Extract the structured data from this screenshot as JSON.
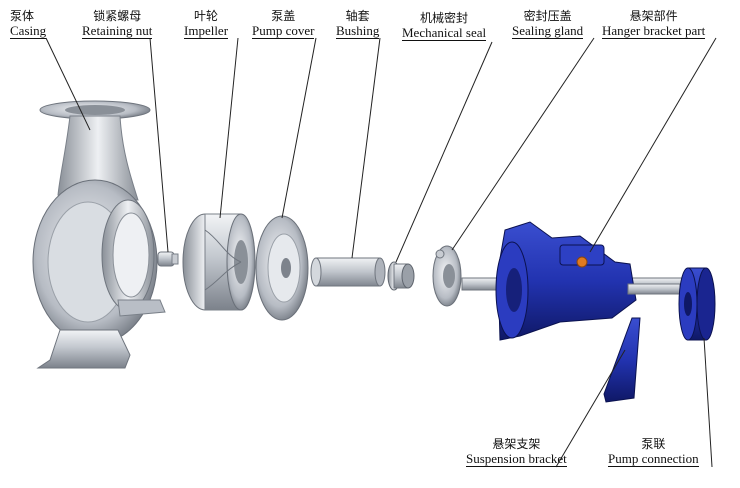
{
  "labels": {
    "casing": {
      "zh": "泵体",
      "en": "Casing"
    },
    "retaining_nut": {
      "zh": "锁紧螺母",
      "en": "Retaining nut"
    },
    "impeller": {
      "zh": "叶轮",
      "en": "Impeller"
    },
    "pump_cover": {
      "zh": "泵盖",
      "en": "Pump cover"
    },
    "bushing": {
      "zh": "轴套",
      "en": "Bushing"
    },
    "mechanical_seal": {
      "zh": "机械密封",
      "en": "Mechanical seal"
    },
    "sealing_gland": {
      "zh": "密封压盖",
      "en": "Sealing gland"
    },
    "hanger_bracket": {
      "zh": "悬架部件",
      "en": "Hanger bracket part"
    },
    "suspension_bracket": {
      "zh": "悬架支架",
      "en": "Suspension bracket"
    },
    "pump_connection": {
      "zh": "泵联",
      "en": "Pump connection"
    }
  },
  "colors": {
    "steel_light": "#e8ebef",
    "steel_mid": "#b9bec6",
    "steel_dark": "#7d838c",
    "blue": "#1f2fa8",
    "blue_dark": "#121c6e",
    "orange": "#e07a20",
    "leader": "#222222"
  }
}
